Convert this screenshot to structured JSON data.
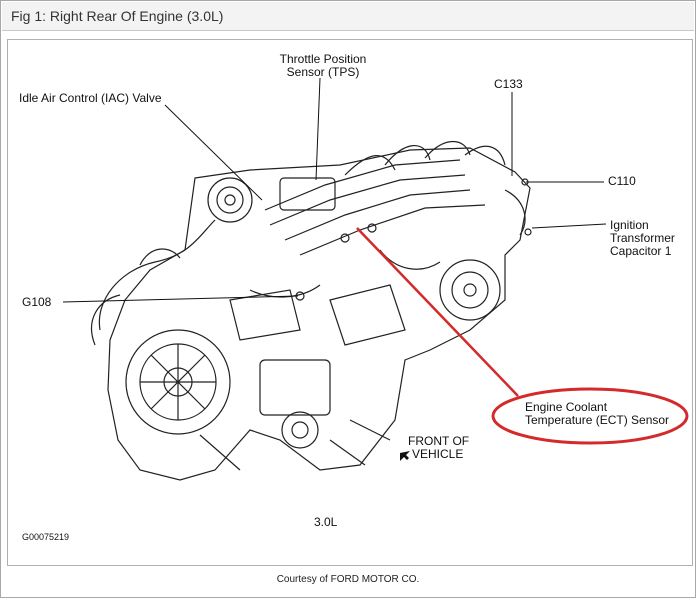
{
  "window": {
    "title": "Fig 1: Right Rear Of Engine (3.0L)"
  },
  "diagram": {
    "labels": {
      "tps_line1": "Throttle Position",
      "tps_line2": "Sensor (TPS)",
      "iac": "Idle Air Control (IAC) Valve",
      "c133": "C133",
      "c110": "C110",
      "ignition_line1": "Ignition",
      "ignition_line2": "Transformer",
      "ignition_line3": "Capacitor 1",
      "g108": "G108",
      "ect_line1": "Engine Coolant",
      "ect_line2": "Temperature (ECT) Sensor",
      "front_line1": "FRONT OF",
      "front_line2": "VEHICLE",
      "engine_size": "3.0L",
      "figure_code": "G00075219"
    },
    "highlight_color": "#d42a2a"
  },
  "footer": {
    "credit": "Courtesy of FORD MOTOR CO."
  }
}
